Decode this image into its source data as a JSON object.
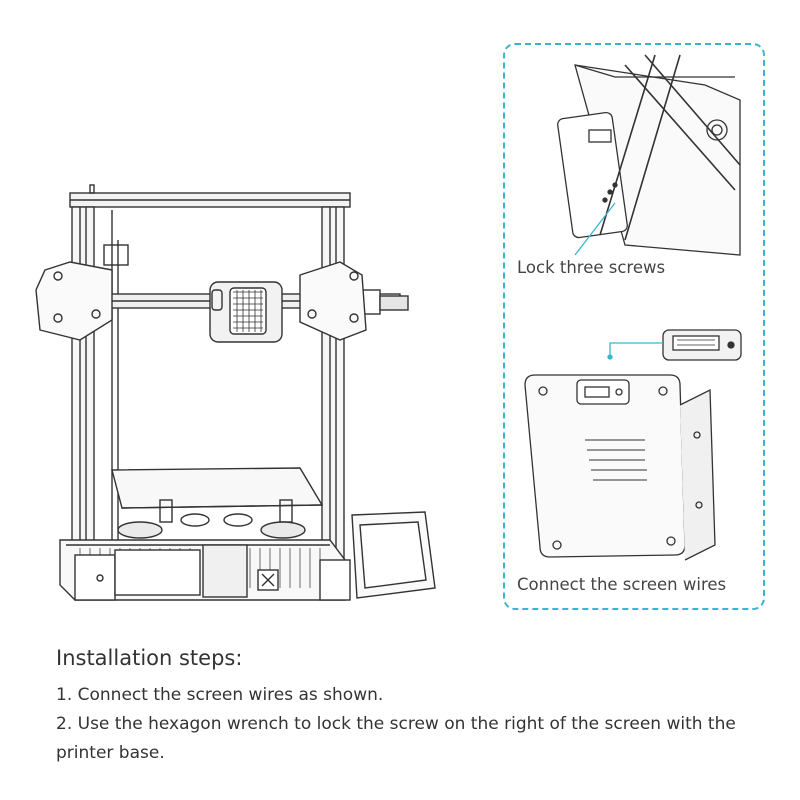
{
  "detail_panel": {
    "top_caption": "Lock three screws",
    "bottom_caption": "Connect the screen wires"
  },
  "instructions": {
    "title": "Installation steps:",
    "steps": [
      "1. Connect the screen wires as shown.",
      "2. Use the hexagon wrench to lock the screw on the right of the screen with the printer base."
    ]
  },
  "colors": {
    "accent": "#38b6cf",
    "line": "#333333"
  }
}
